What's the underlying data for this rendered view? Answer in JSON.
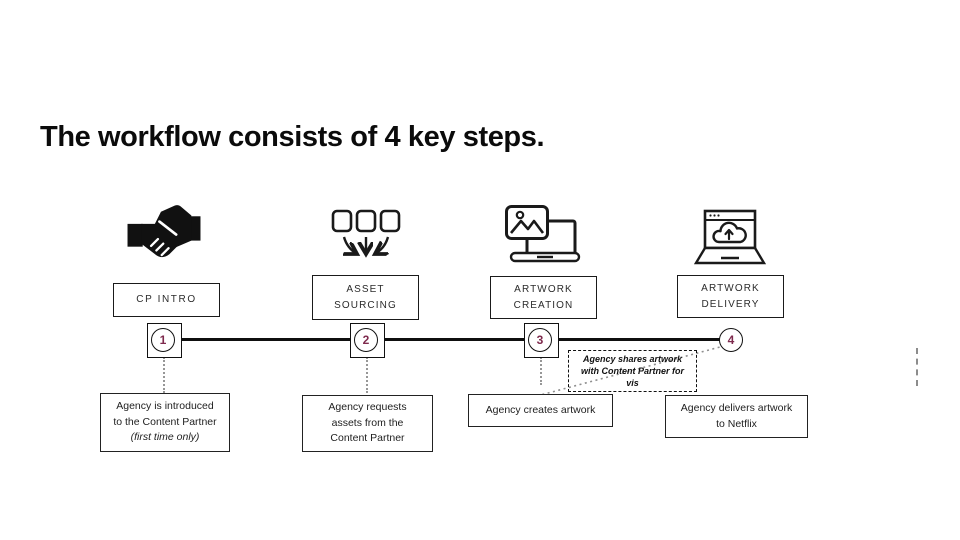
{
  "slide": {
    "title": "The workflow consists of 4 key steps."
  },
  "colors": {
    "step_number": "#7E2A4D",
    "timeline_line": "#0F0F0F",
    "dotted_connector": "#979797"
  },
  "steps": [
    {
      "number": "1",
      "icon": "handshake-icon",
      "label_lines": [
        "CP INTRO"
      ],
      "desc_lines": [
        "Agency is introduced",
        "to the Content Partner"
      ],
      "desc_italic": "(first time only)"
    },
    {
      "number": "2",
      "icon": "asset-sourcing-icon",
      "label_lines": [
        "ASSET",
        "SOURCING"
      ],
      "desc_lines": [
        "Agency requests",
        "assets from the",
        "Content Partner"
      ]
    },
    {
      "number": "3",
      "icon": "artwork-creation-icon",
      "label_lines": [
        "ARTWORK",
        "CREATION"
      ],
      "desc_lines": [
        "Agency creates artwork"
      ]
    },
    {
      "number": "4",
      "icon": "artwork-delivery-icon",
      "label_lines": [
        "ARTWORK",
        "DELIVERY"
      ],
      "desc_lines": [
        "Agency delivers artwork",
        "to Netflix"
      ]
    }
  ],
  "annotation": {
    "lines": [
      "Agency shares artwork",
      "with Content Partner for",
      "vis"
    ]
  }
}
